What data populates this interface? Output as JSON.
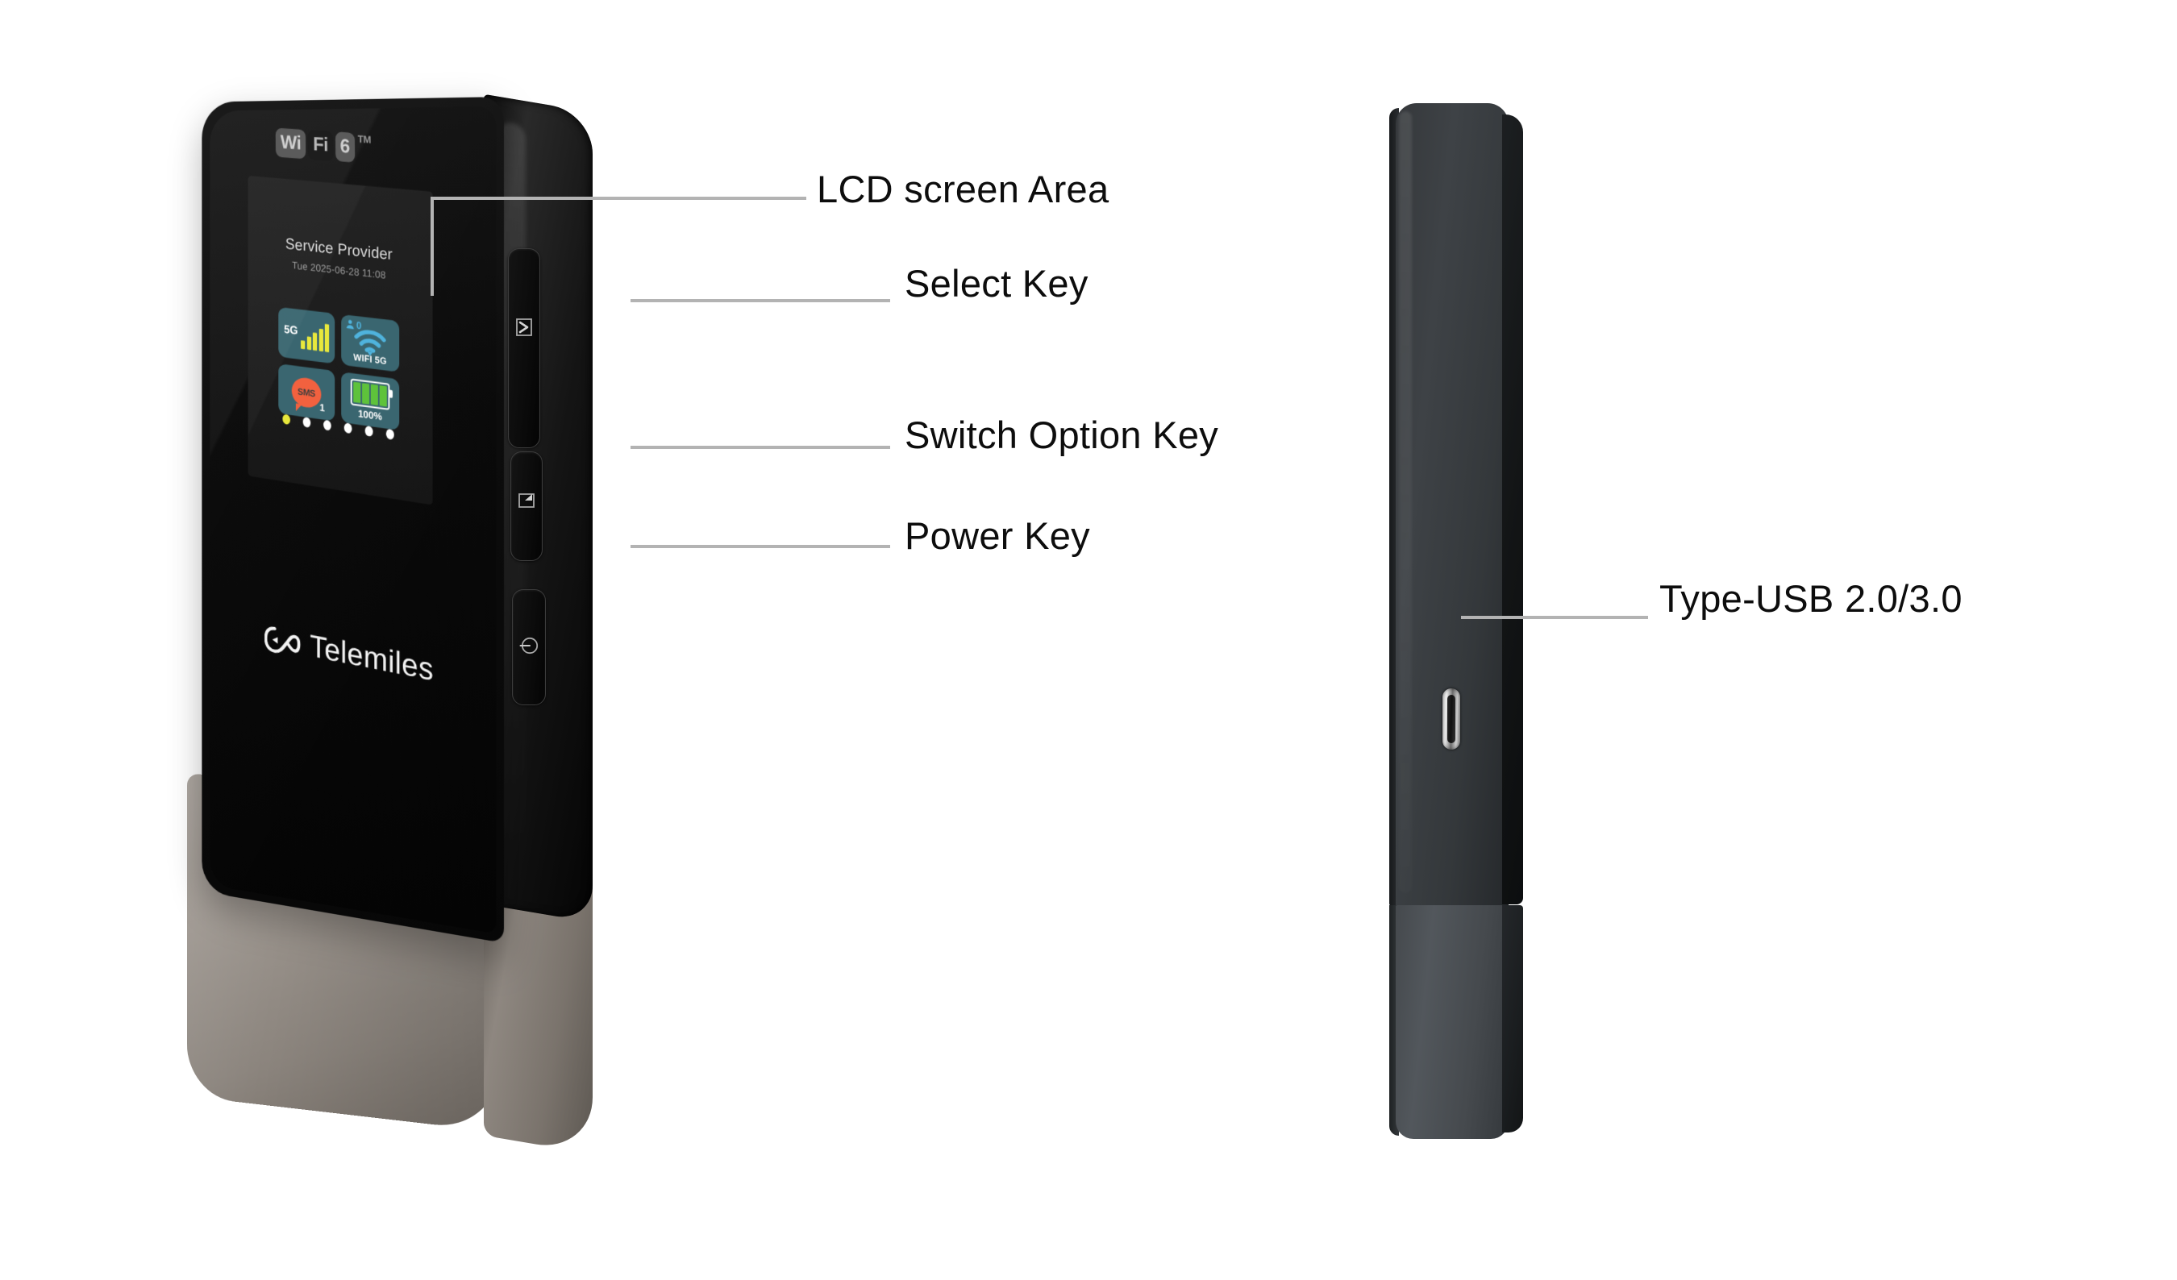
{
  "page": {
    "background": "#ffffff",
    "label_color": "#0d0d0d",
    "leader_color": "#b3b3b3"
  },
  "callouts": [
    {
      "id": "lcd",
      "label": "LCD screen Area"
    },
    {
      "id": "select",
      "label": "Select Key"
    },
    {
      "id": "switch",
      "label": "Switch Option Key"
    },
    {
      "id": "power",
      "label": "Power Key"
    },
    {
      "id": "usb",
      "label": "Type-USB 2.0/3.0"
    }
  ],
  "device_front": {
    "wifi_badge": {
      "part1": "Wi",
      "part2": "Fi",
      "part3": "6",
      "trademark": "TM"
    },
    "brand": {
      "name": "Telemiles"
    },
    "colors": {
      "body_black": "#0a0a0a",
      "bottom_cover_gray": "#9a938c",
      "tile_teal": "#3a6670",
      "accent_yellow": "#e8e83c",
      "wifi_blue": "#4fb3dd",
      "sms_orange": "#f2613f",
      "battery_green": "#5ec23b"
    },
    "lcd": {
      "provider": "Service Provider",
      "datetime": "Tue 2025-06-28 11:08",
      "tiles": [
        {
          "id": "signal",
          "label": "5G",
          "icon": "signal-bars-icon",
          "bars": 5,
          "bar_color": "#e8e83c"
        },
        {
          "id": "wifi",
          "label": "WIFI 5G",
          "icon": "wifi-icon",
          "users": "0"
        },
        {
          "id": "sms",
          "label": "SMS",
          "icon": "sms-bubble-icon",
          "count": "1"
        },
        {
          "id": "battery",
          "label": "100%",
          "icon": "battery-icon",
          "level": 100
        }
      ],
      "page_dots": {
        "total": 6,
        "active_index": 0
      }
    },
    "buttons": [
      {
        "id": "select",
        "icon": "select-key-icon",
        "label": "Select Key"
      },
      {
        "id": "switch",
        "icon": "switch-option-key-icon",
        "label": "Switch Option Key"
      },
      {
        "id": "power",
        "icon": "power-key-icon",
        "label": "Power Key"
      }
    ]
  },
  "device_side": {
    "port": {
      "id": "usb-c",
      "icon": "usb-c-port-icon",
      "label": "Type-USB 2.0/3.0"
    },
    "colors": {
      "upper_shell": "#3a3e42",
      "lower_shell": "#4a4e52"
    }
  }
}
